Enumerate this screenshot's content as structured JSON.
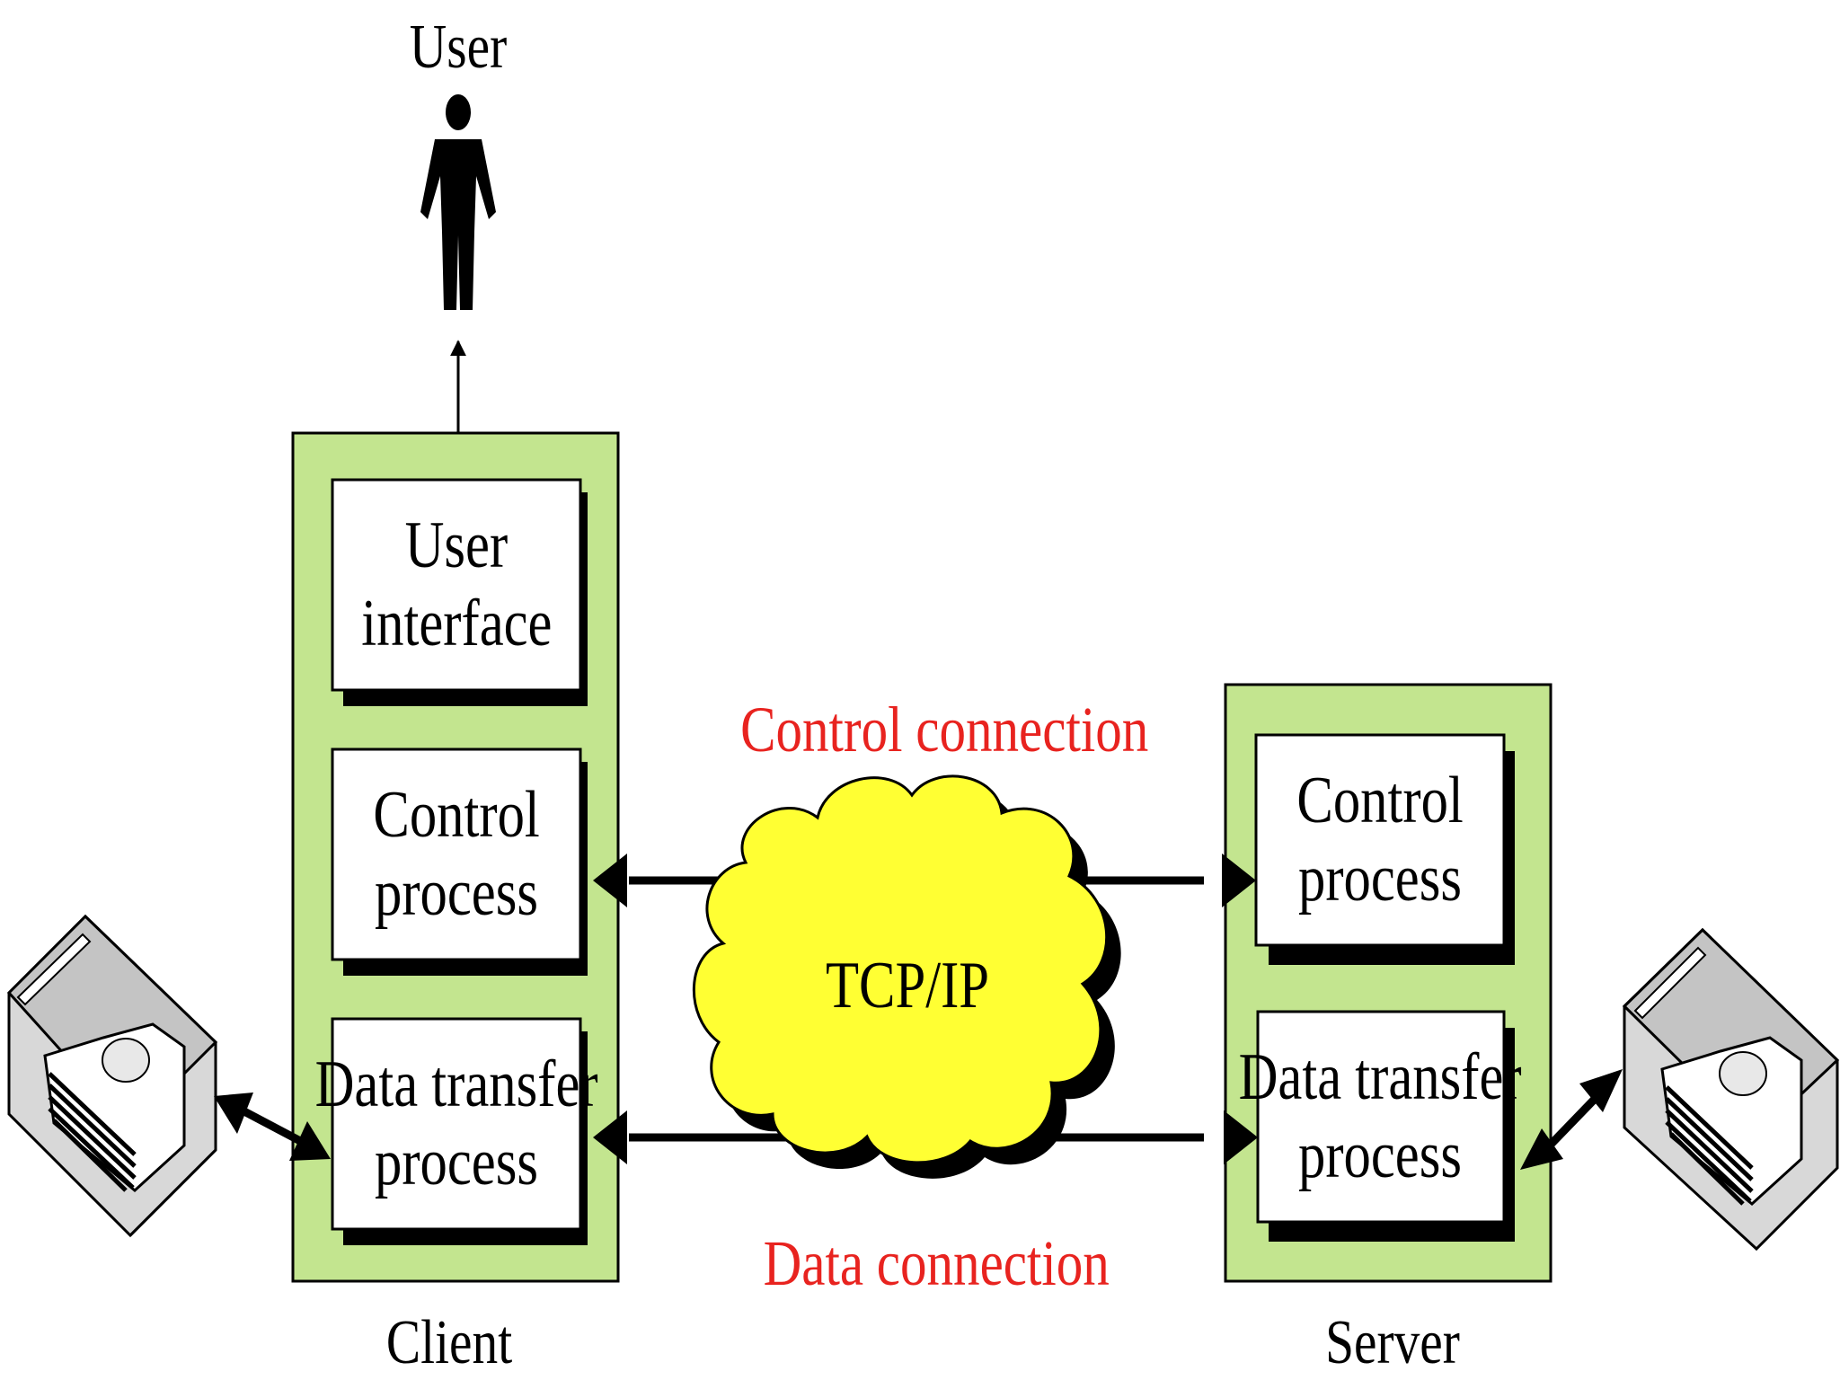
{
  "user_label": "User",
  "client": {
    "label": "Client",
    "boxes": {
      "user_interface": [
        "User",
        "interface"
      ],
      "control_process": [
        "Control",
        "process"
      ],
      "data_transfer_process": [
        "Data transfer",
        "process"
      ]
    }
  },
  "server": {
    "label": "Server",
    "boxes": {
      "control_process": [
        "Control",
        "process"
      ],
      "data_transfer_process": [
        "Data transfer",
        "process"
      ]
    }
  },
  "network": {
    "label": "TCP/IP",
    "control_connection_label": "Control connection",
    "data_connection_label": "Data connection"
  },
  "colors": {
    "container_fill": "#c3e58f",
    "cloud_fill": "#ffff33",
    "connection_label": "#e8231f",
    "box_fill": "#ffffff",
    "ink": "#000000"
  },
  "icons": {
    "user": "person-icon",
    "client_storage": "disk-drive-icon",
    "server_storage": "disk-drive-icon"
  }
}
